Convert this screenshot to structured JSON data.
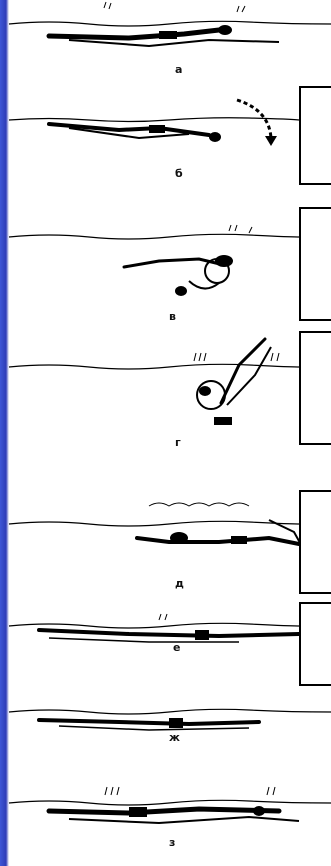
{
  "figure": {
    "labels": [
      "а",
      "б",
      "в",
      "г",
      "д",
      "е",
      "ж",
      "з"
    ]
  },
  "colors": {
    "background_stripe": "#3a4fc8",
    "ink": "#000000",
    "paper": "#ffffff"
  }
}
